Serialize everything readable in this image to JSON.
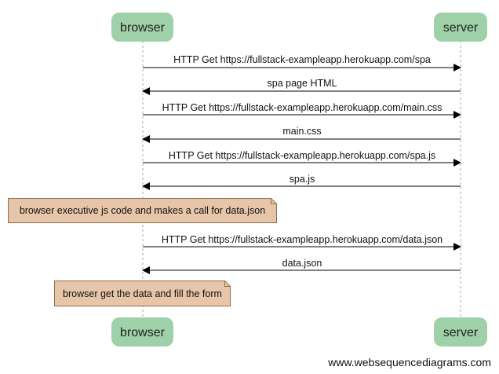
{
  "diagram": {
    "participants": [
      {
        "id": "browser",
        "label": "browser"
      },
      {
        "id": "server",
        "label": "server"
      }
    ],
    "messages": [
      {
        "from": "browser",
        "to": "server",
        "label": "HTTP Get https://fullstack-exampleapp.herokuapp.com/spa"
      },
      {
        "from": "server",
        "to": "browser",
        "label": "spa page HTML"
      },
      {
        "from": "browser",
        "to": "server",
        "label": "HTTP Get https://fullstack-exampleapp.herokuapp.com/main.css"
      },
      {
        "from": "server",
        "to": "browser",
        "label": "main.css"
      },
      {
        "from": "browser",
        "to": "server",
        "label": "HTTP Get https://fullstack-exampleapp.herokuapp.com/spa.js"
      },
      {
        "from": "server",
        "to": "browser",
        "label": "spa.js"
      },
      {
        "from": "browser",
        "to": "server",
        "label": "HTTP Get https://fullstack-exampleapp.herokuapp.com/data.json"
      },
      {
        "from": "server",
        "to": "browser",
        "label": "data.json"
      }
    ],
    "notes": [
      {
        "over": "browser",
        "text": "browser executive js code and makes a call for data.json"
      },
      {
        "over": "browser",
        "text": "browser get the data and fill the form"
      }
    ],
    "watermark": "www.websequencediagrams.com",
    "colors": {
      "participant_fill": "#9fd1a8",
      "note_fill": "#e7c5a8",
      "note_stroke": "#8d6e4e",
      "lifeline": "#aaaaaa",
      "arrow": "#000000"
    }
  }
}
